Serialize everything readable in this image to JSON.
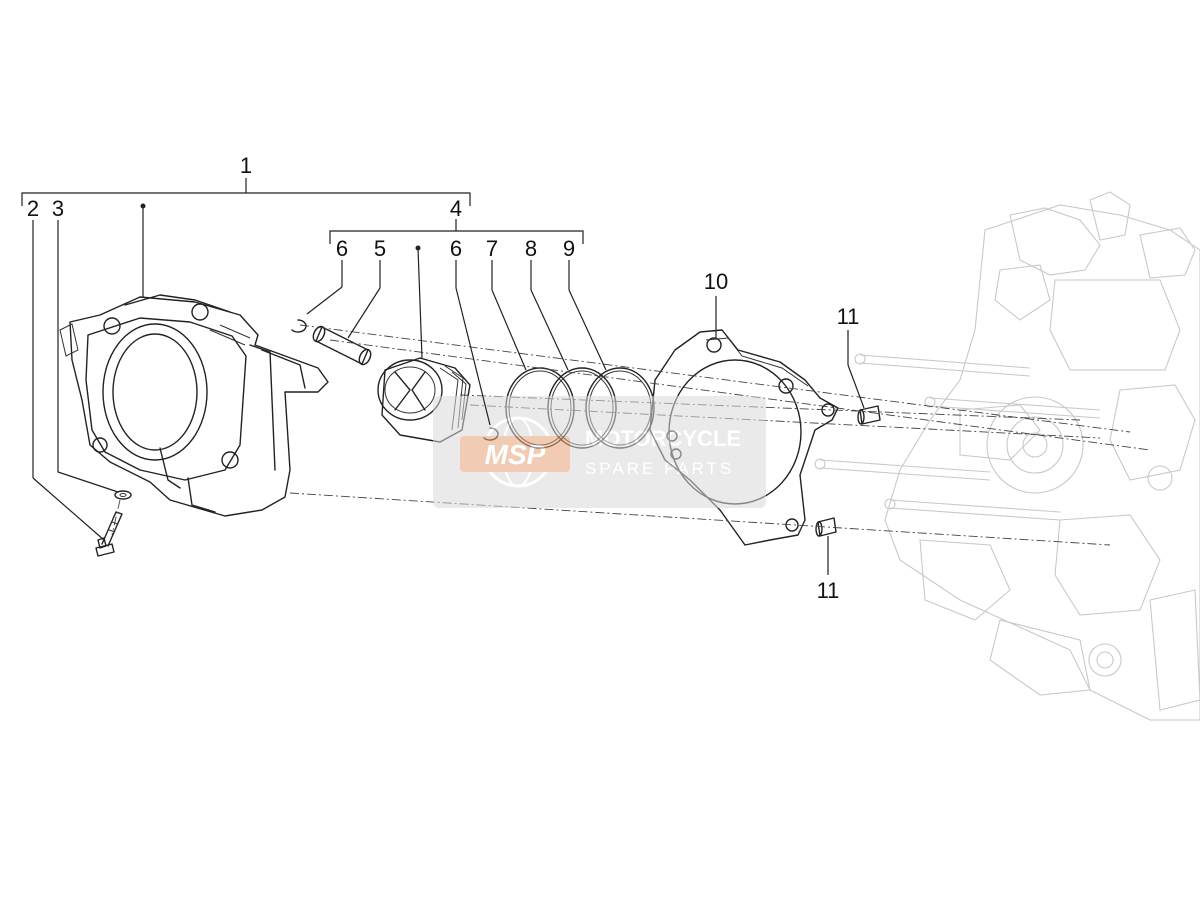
{
  "callouts": {
    "c1": "1",
    "c2": "2",
    "c3": "3",
    "c4": "4",
    "c5": "5",
    "c6a": "6",
    "c6b": "6",
    "c7": "7",
    "c8": "8",
    "c9": "9",
    "c10": "10",
    "c11a": "11",
    "c11b": "11"
  },
  "watermark": {
    "logo": "MSP",
    "line1": "MOTORCYCLE",
    "line2": "SPARE PARTS"
  },
  "colors": {
    "line": "#222222",
    "ghost": "#c9c9c9",
    "watermark_bg": "#d9d9d9",
    "watermark_logo": "#e8a27a"
  }
}
